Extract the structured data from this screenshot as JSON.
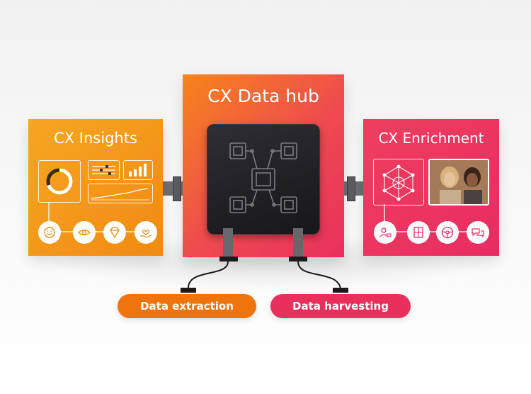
{
  "hub": {
    "title": "CX Data hub",
    "chip_icon": "circuit-network-icon"
  },
  "insights": {
    "title": "CX Insights",
    "widgets": [
      "donut-chart-icon",
      "slider-list-icon",
      "bar-chart-icon",
      "line-graph-icon"
    ],
    "icons": [
      "smiley-face-icon",
      "eye-icon",
      "diamond-icon",
      "hand-heart-icon"
    ]
  },
  "enrichment": {
    "title": "CX Enrichment",
    "widgets": [
      "network-person-icon",
      "people-photo"
    ],
    "icons": [
      "user-tag-icon",
      "grid-list-icon",
      "steering-wheel-icon",
      "chat-bubbles-icon"
    ]
  },
  "pills": {
    "extraction": "Data extraction",
    "harvesting": "Data harvesting"
  },
  "colors": {
    "orange": "#f18a12",
    "hub_gradient_start": "#f6851b",
    "hub_gradient_end": "#e8305e",
    "pink": "#e82c62"
  }
}
